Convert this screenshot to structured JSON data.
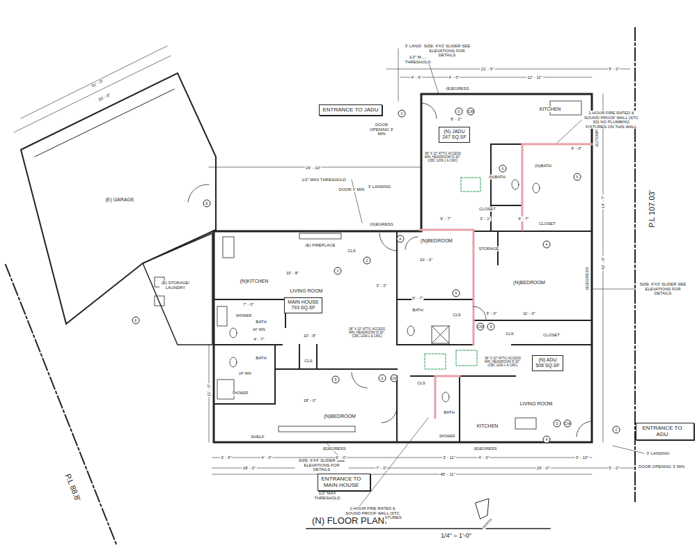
{
  "diagram": {
    "title": "(N) FLOOR PLAN",
    "caption": "1/4\" = 1'-0\"",
    "nodes": [
      {
        "text": [
          "ENTRANCE TO JADU"
        ]
      },
      {
        "text": [
          "(N) JADU",
          "247 SQ.SF"
        ]
      },
      {
        "text": [
          "MAIN HOUSE",
          "793 SQ.SF"
        ]
      },
      {
        "text": [
          "(N) ADU",
          "508 SQ.SF"
        ]
      },
      {
        "text": [
          "ENTRANCE TO MAIN HOUSE"
        ]
      },
      {
        "text": [
          "ENTRANCE TO ADU"
        ]
      }
    ],
    "edges": [],
    "labels": [
      "3' LANDING",
      "1/2\" MAX THRESHOLD",
      "SIZE: 4'X3' SLIDER SEE ELEVATIONS FOR DETAILS",
      "21' - 5\"",
      "5' - 0\"",
      "4' - 6\"",
      "4' - 0\"",
      "12' - 11\"",
      "(E)EGRESS",
      "DOOR OPENING 3' MIN",
      "8' - 2\"",
      "KITCHEN",
      "1-HOUR FIRE RATED & SOUND PROOF WALL (STC 50) NO PLUMBING FIXTURES ON THIS WALL",
      "(E)TEMP.",
      "9' - 0\"",
      "(N)BATH",
      "(N)BATH",
      "CLOSET",
      "CLOSET",
      "9' - 7\"",
      "3' - 1\"",
      "4' - 7\"",
      "14' - 7\"",
      "P.L 107.03'",
      "(E) GARAGE",
      "31' - 0\"",
      "20' - 0\"",
      "24' - 10\"",
      "1/2\" MAX THRESHOLD",
      "DOOR 3' MIN",
      "3' LANDING",
      "(N)EGRESS",
      "(E) FIREPLACE",
      "CLS",
      "(N)KITCHEN",
      "(E) STORAGE/ LAUNDRY",
      "LIVING ROOM",
      "(N)BEDROOM",
      "STORAGE",
      "(N)BEDROOM",
      "BATH",
      "CLS",
      "CLS",
      "CLOSET",
      "LIVING ROOM",
      "KITCHEN",
      "BATH",
      "CLS",
      "SHOWER",
      "SHOWER",
      "BATH",
      "BATH",
      "CLS",
      "SHOWER",
      "(N)BEDROOM",
      "SHELF",
      "(E)EGRESS",
      "(E)EGRESS",
      "(E)EGRESS",
      "P.L 88.8'",
      "SIZE: 6'X4' SLIDER SEE ELEVATIONS FOR DETAILS",
      "1/2\" MAX THRESHOLD",
      "1-HOUR FIRE RATED & SOUND PROOF WALL (STC 50) NO PLUMBING FIXTURES ON THIS WALL",
      "SIZE: 6'X3' SLIDER SEE ELEVATIONS FOR DETAILS",
      "3' LANDING",
      "DOOR OPENING 3' MIN",
      "3' - 5\"",
      "4' - 0\"",
      "18' - 0\"",
      "6' - 0\"",
      "7' - 0\"",
      "45' - 11\"",
      "3' - 11\"",
      "4' - 0\"",
      "20' - 0\"",
      "3' - 10\"",
      "5' - 0\"",
      "11' - 0\"",
      "3' - 0\"",
      "10' - 8\"",
      "10' - 8\"",
      "3' - 2\"",
      "6' - 7\"",
      "10' - 0\"",
      "7' - 0\"",
      "4' - 7\"",
      "18' - 0\"",
      "11' - 0\"",
      "42' - 0\"",
      "24\" MIN",
      "24\" MIN",
      "NORTH",
      "A",
      "2",
      "3",
      "5",
      "6",
      "4",
      "4",
      "2",
      "2",
      "5",
      "S",
      "CM",
      "S",
      "CM",
      "S",
      "CM",
      "S",
      "CM",
      "S",
      "E",
      "E",
      "38\" X 22\" ATTIC ACCESS MIN. HEADROOM IS 30\". (CBC 1209.1 & CMC)",
      "38\" X 22\" ATTIC ACCESS MIN. HEADROOM IS 30\". (CBC 1209.1 & CMC)",
      "38\" X 22\" ATTIC ACCESS MIN. HEADROOM IS 30\". (CBC 1209.1 & CMC)"
    ]
  }
}
